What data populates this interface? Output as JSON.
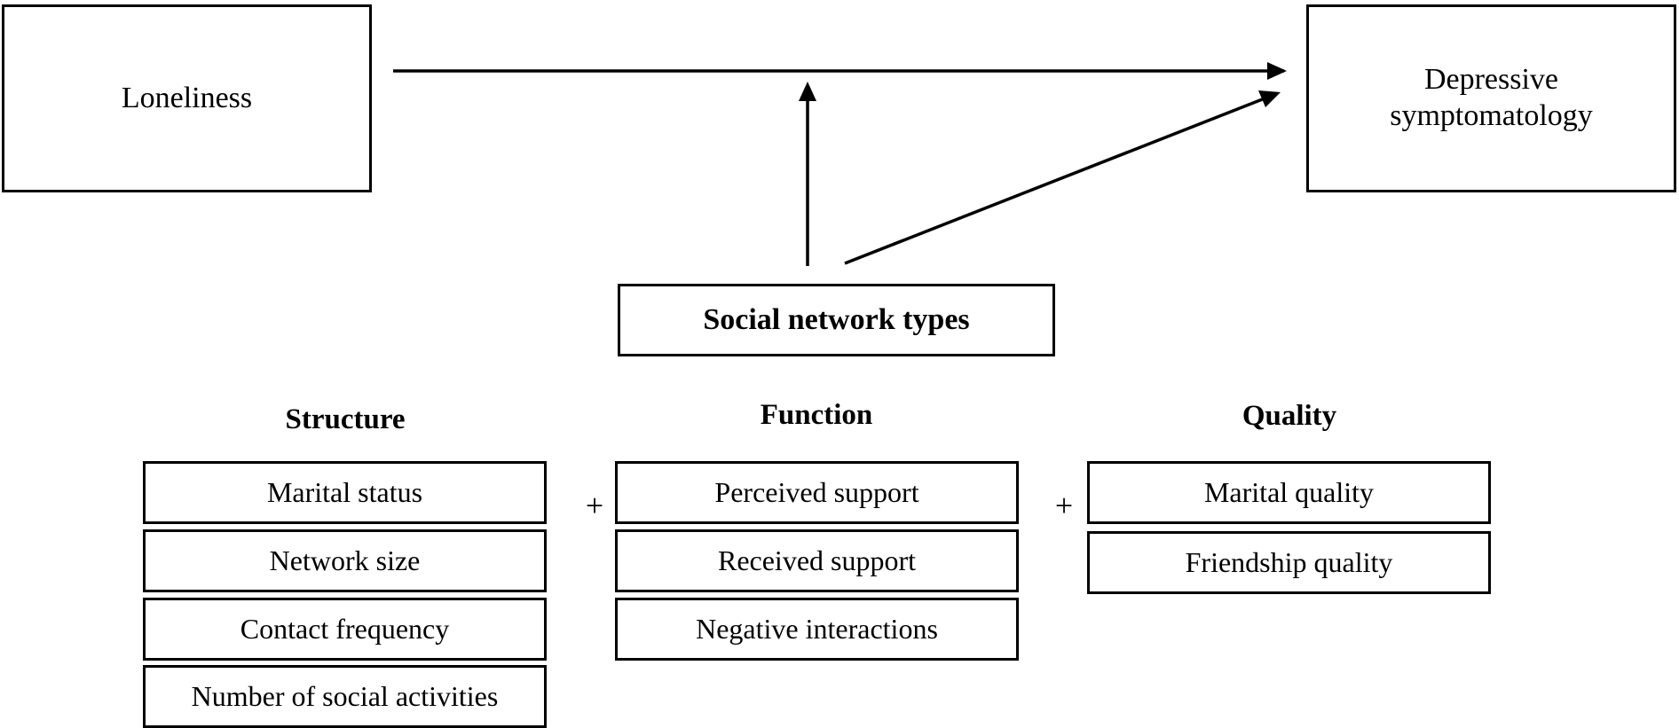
{
  "nodes": {
    "loneliness": "Loneliness",
    "depressive_line1": "Depressive",
    "depressive_line2": "symptomatology",
    "social_network_types": "Social network types"
  },
  "groups": {
    "structure": {
      "heading": "Structure",
      "items": [
        "Marital status",
        "Network size",
        "Contact frequency",
        "Number of social activities"
      ]
    },
    "function": {
      "heading": "Function",
      "items": [
        "Perceived support",
        "Received support",
        "Negative interactions"
      ]
    },
    "quality": {
      "heading": "Quality",
      "items": [
        "Marital quality",
        "Friendship quality"
      ]
    }
  },
  "plus_signs": [
    "+",
    "+"
  ]
}
